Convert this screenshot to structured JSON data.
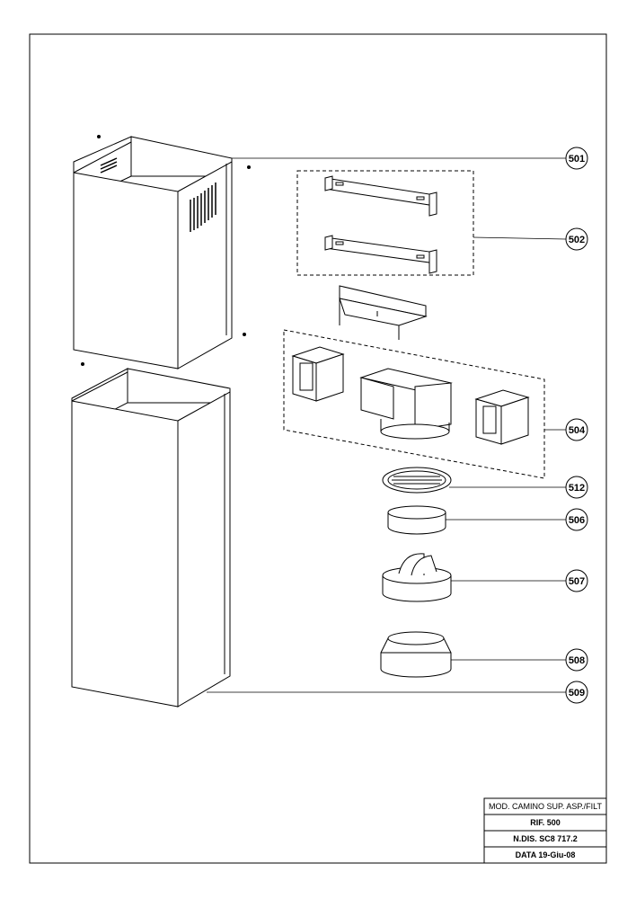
{
  "callouts": [
    {
      "label": "501"
    },
    {
      "label": "502"
    },
    {
      "label": "504"
    },
    {
      "label": "512"
    },
    {
      "label": "506"
    },
    {
      "label": "507"
    },
    {
      "label": "508"
    },
    {
      "label": "509"
    }
  ],
  "title_block": {
    "model": "MOD. CAMINO SUP. ASP./FILT",
    "ref": "RIF. 500",
    "drawing_no": "N.DIS. SC8 717.2",
    "date": "DATA 19-Giu-08"
  }
}
